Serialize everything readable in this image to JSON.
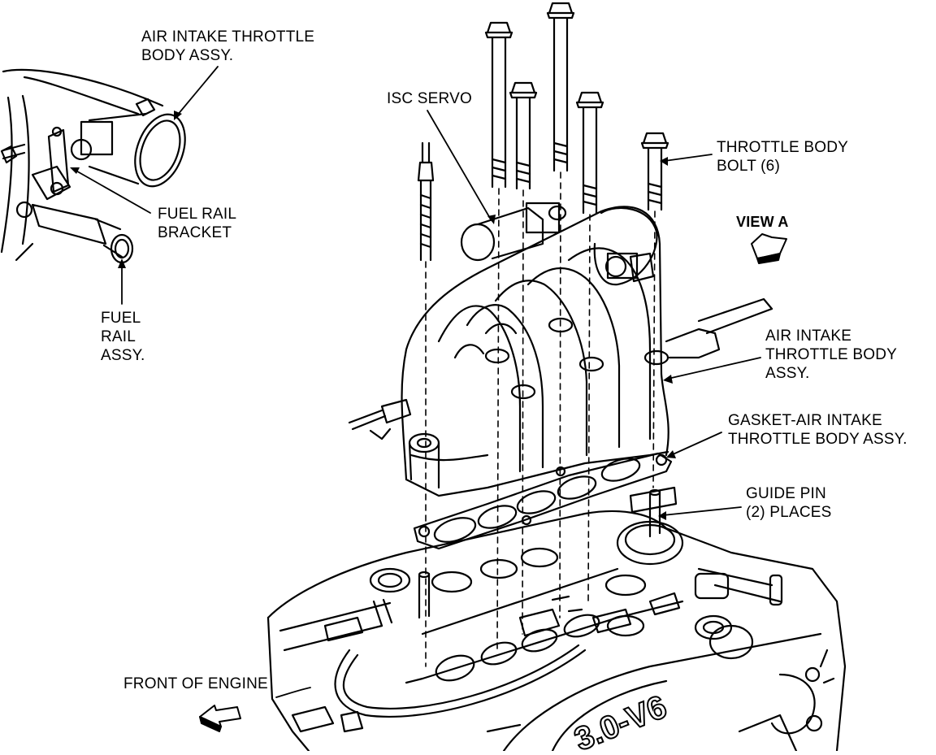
{
  "labels": {
    "inset_throttle_body": [
      "AIR INTAKE THROTTLE",
      "BODY ASSY."
    ],
    "fuel_rail_bracket": [
      "FUEL RAIL",
      "BRACKET"
    ],
    "fuel_rail_assy": [
      "FUEL",
      "RAIL",
      "ASSY."
    ],
    "isc_servo": "ISC SERVO",
    "throttle_body_bolt": [
      "THROTTLE BODY",
      "BOLT (6)"
    ],
    "view_a": "VIEW A",
    "air_intake_throttle_body": [
      "AIR INTAKE",
      "THROTTLE BODY",
      "ASSY."
    ],
    "gasket": [
      "GASKET-AIR INTAKE",
      "THROTTLE BODY ASSY."
    ],
    "guide_pin": [
      "GUIDE PIN",
      "(2) PLACES"
    ],
    "front_of_engine": "FRONT OF ENGINE",
    "engine_marking": "3.0-V6"
  },
  "colors": {
    "ink": "#000000",
    "paper": "#ffffff"
  }
}
